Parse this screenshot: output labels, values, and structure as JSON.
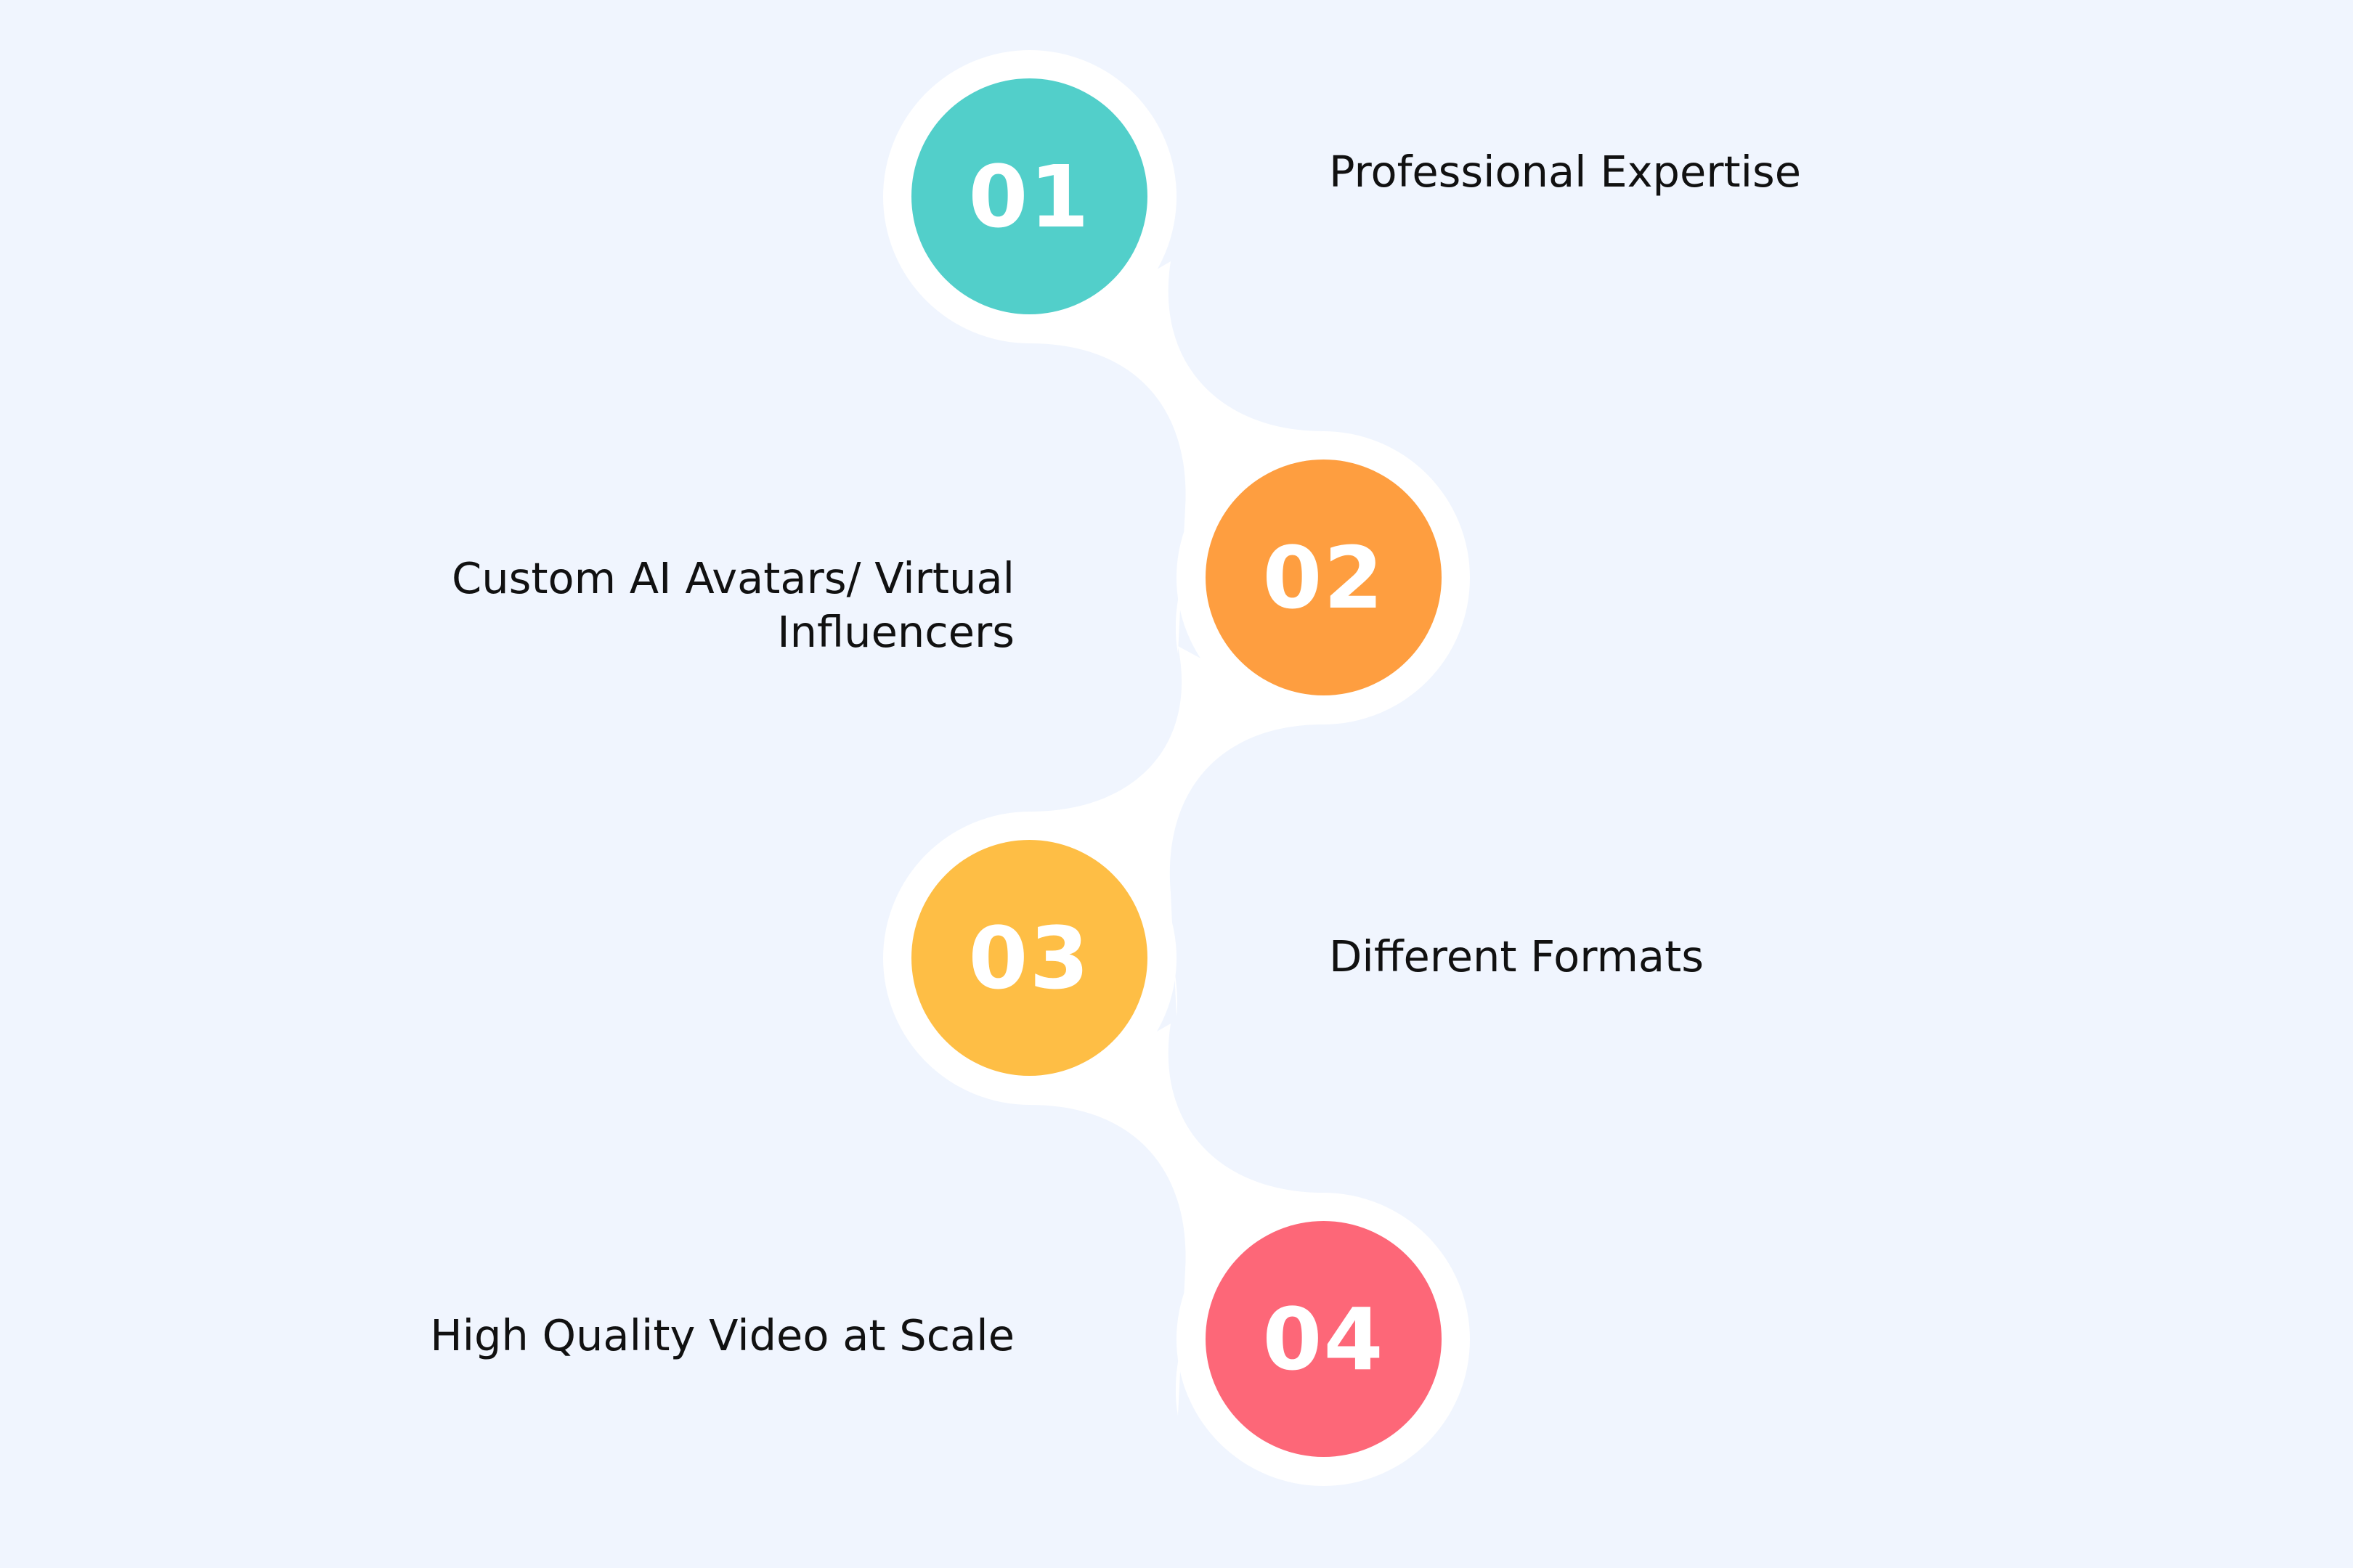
{
  "steps": [
    {
      "number": "01",
      "label": "Professional Expertise",
      "color": "#52CFCA"
    },
    {
      "number": "02",
      "label": "Custom AI Avatars/ Virtual Influencers",
      "color": "#FE9E40"
    },
    {
      "number": "03",
      "label": "Different Formats",
      "color": "#FEBE45"
    },
    {
      "number": "04",
      "label": "High Quality Video at Scale",
      "color": "#FD6778"
    }
  ],
  "colors": {
    "background": "#F0F5FE",
    "connector": "#FFFFFF",
    "text": "#111111"
  }
}
